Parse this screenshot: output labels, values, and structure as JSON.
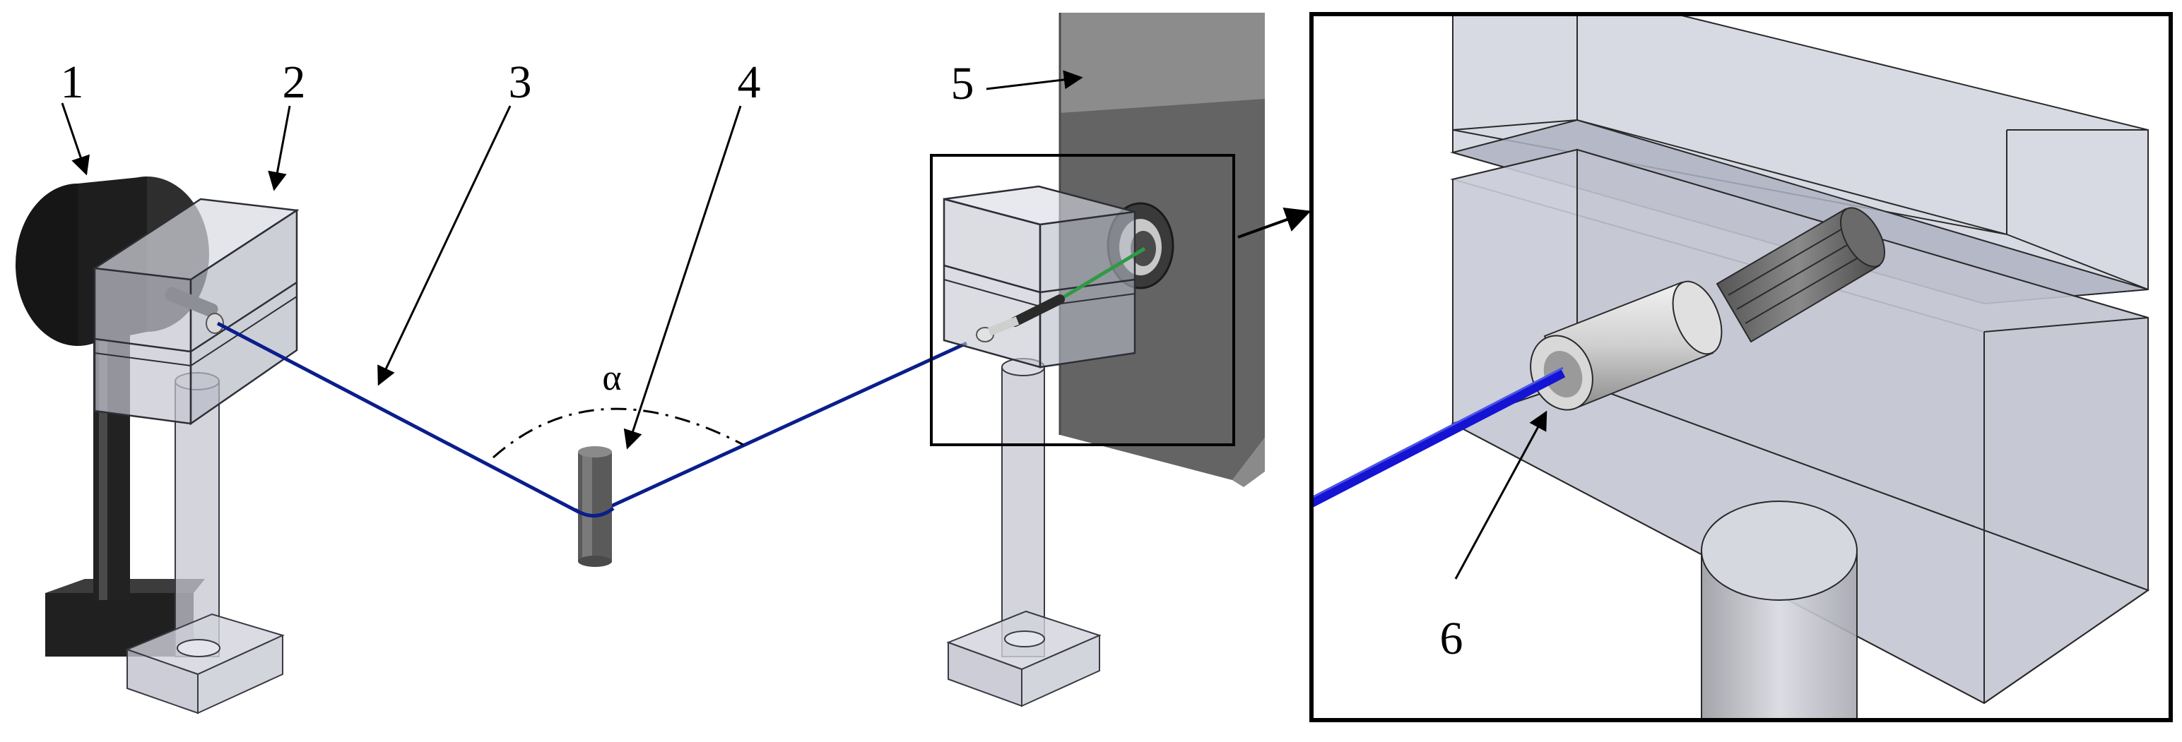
{
  "labels": {
    "n1": "1",
    "n2": "2",
    "n3": "3",
    "n4": "4",
    "n5": "5",
    "n6": "6",
    "alpha": "α"
  },
  "colors": {
    "fiber": "#0a1e8c",
    "fiber_inset": "#1414d2",
    "fiber_green": "#2e9a44",
    "glass": "#c9cbd6",
    "glass_edge": "#3a3a44",
    "dark_part": "#1e1e1e",
    "wall": "#6a6a6a",
    "wall_edge": "#9a9a9a"
  }
}
